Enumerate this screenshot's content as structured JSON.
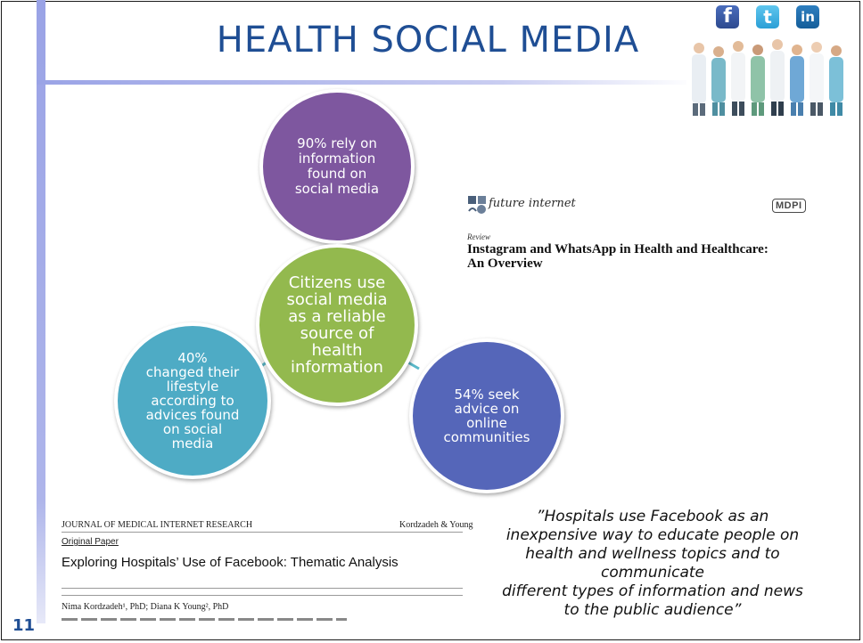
{
  "slide": {
    "title": "HEALTH SOCIAL MEDIA",
    "number": "11",
    "accent_color": "#9aa3e6",
    "title_color": "#1f4e94"
  },
  "social_icons": [
    {
      "name": "facebook-icon",
      "glyph": "f"
    },
    {
      "name": "twitter-icon",
      "glyph": "t"
    },
    {
      "name": "linkedin-icon",
      "glyph": "in"
    }
  ],
  "diagram": {
    "center": {
      "lines": [
        "Citizens use",
        "social media",
        "as a reliable",
        "source of",
        "health",
        "information"
      ],
      "color": "#93b94e"
    },
    "top": {
      "lines": [
        "90% rely on",
        "information",
        "found on",
        "social media"
      ],
      "color": "#7e579f"
    },
    "left": {
      "lines": [
        "40%",
        "changed their",
        "lifestyle",
        "according to",
        "advices found",
        "on social",
        "media"
      ],
      "color": "#4eabc5"
    },
    "right": {
      "lines": [
        "54% seek",
        "advice on",
        "online",
        "communities"
      ],
      "color": "#5566b9"
    }
  },
  "future_internet": {
    "journal": "future internet",
    "publisher": "MDPI",
    "label": "Review",
    "title_line1": "Instagram and WhatsApp in Health and Healthcare:",
    "title_line2": "An Overview"
  },
  "jmir": {
    "journal": "JOURNAL OF MEDICAL INTERNET RESEARCH",
    "authors_short": "Kordzadeh & Young",
    "type": "Original Paper",
    "title": "Exploring Hospitals’ Use of Facebook: Thematic Analysis",
    "authors": "Nima Kordzadeh¹, PhD; Diana K Young², PhD"
  },
  "quote": {
    "lines": [
      "”Hospitals use Facebook as an",
      "inexpensive way to educate people on",
      "health and wellness topics and to",
      "communicate",
      "different types of information and news",
      "to the public audience”"
    ]
  }
}
